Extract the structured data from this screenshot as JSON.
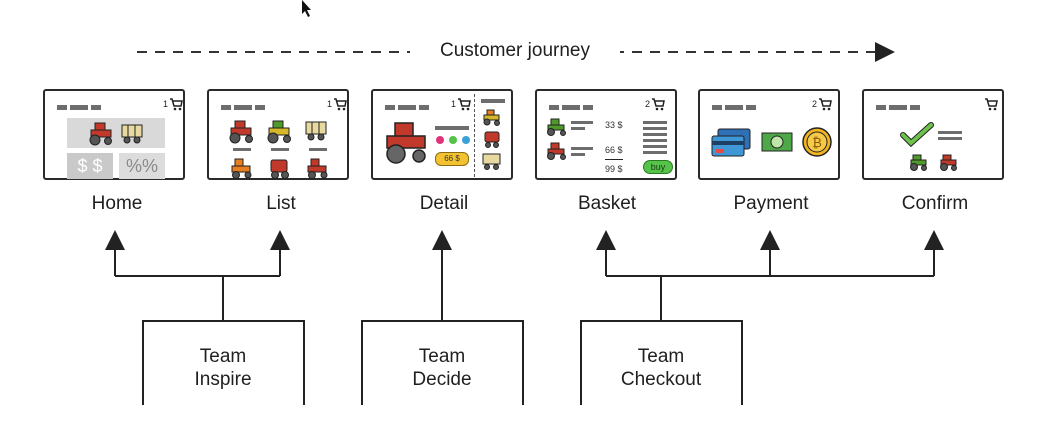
{
  "title": "Customer journey",
  "pages": [
    {
      "label": "Home"
    },
    {
      "label": "List"
    },
    {
      "label": "Detail"
    },
    {
      "label": "Basket"
    },
    {
      "label": "Payment"
    },
    {
      "label": "Confirm"
    }
  ],
  "teams": [
    {
      "line1": "Team",
      "line2": "Inspire"
    },
    {
      "line1": "Team",
      "line2": "Decide"
    },
    {
      "line1": "Team",
      "line2": "Checkout"
    }
  ],
  "home": {
    "cart_count": "1",
    "promo_currency": "$ $",
    "promo_percent": "%%"
  },
  "list": {
    "cart_count": "1"
  },
  "detail": {
    "cart_count": "1",
    "price": "66 $"
  },
  "basket": {
    "cart_count": "2",
    "prices": [
      "33 $",
      "66 $",
      "99 $"
    ],
    "buy_label": "buy"
  },
  "payment": {
    "cart_count": "2"
  },
  "colors": {
    "line": "#222222",
    "tractor_red": "#c0392b",
    "tractor_green": "#4e9a2a",
    "accent_green": "#55c24a"
  }
}
